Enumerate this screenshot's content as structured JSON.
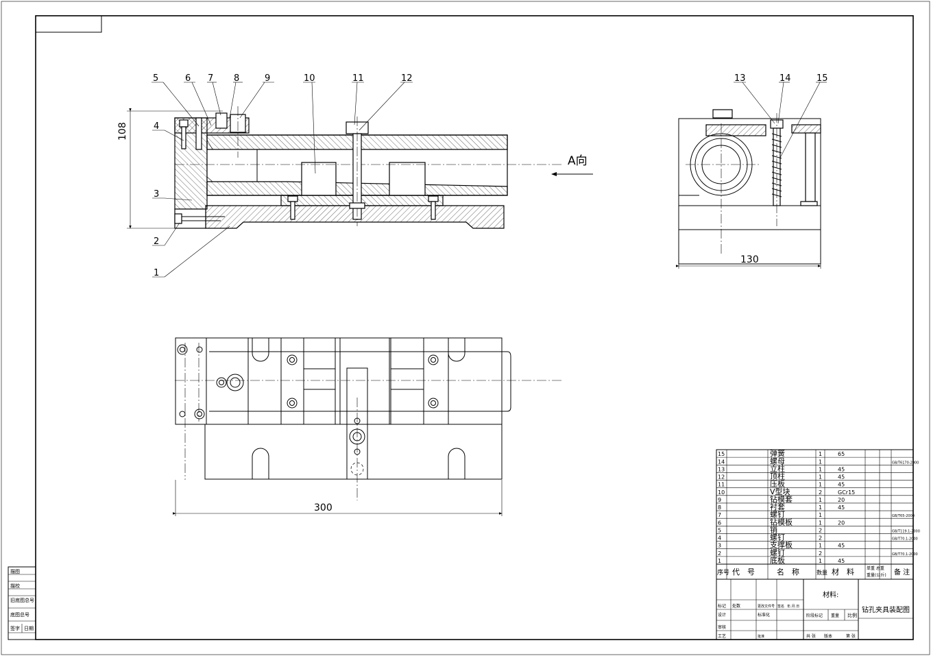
{
  "drawing_title": "钻孔夹具装配图",
  "dimensions": {
    "height_front": "108",
    "width_side": "130",
    "length_top": "300"
  },
  "view_label": "A向",
  "balloons_front": [
    "1",
    "2",
    "3",
    "4",
    "5",
    "6",
    "7",
    "8",
    "9",
    "10",
    "11",
    "12"
  ],
  "balloons_side": [
    "13",
    "14",
    "15"
  ],
  "bom": {
    "rows": [
      {
        "no": "15",
        "name": "弹簧",
        "qty": "1",
        "material": "65",
        "note": ""
      },
      {
        "no": "14",
        "name": "螺母",
        "qty": "1",
        "material": "",
        "note": "GB/T6170-2000"
      },
      {
        "no": "13",
        "name": "立柱",
        "qty": "1",
        "material": "45",
        "note": ""
      },
      {
        "no": "12",
        "name": "顶柱",
        "qty": "1",
        "material": "45",
        "note": ""
      },
      {
        "no": "11",
        "name": "压板",
        "qty": "1",
        "material": "45",
        "note": ""
      },
      {
        "no": "10",
        "name": "V型块",
        "qty": "2",
        "material": "GCr15",
        "note": ""
      },
      {
        "no": "9",
        "name": "钻模套",
        "qty": "1",
        "material": "20",
        "note": ""
      },
      {
        "no": "8",
        "name": "衬套",
        "qty": "1",
        "material": "45",
        "note": ""
      },
      {
        "no": "7",
        "name": "螺钉",
        "qty": "1",
        "material": "",
        "note": "GB/T65-2000"
      },
      {
        "no": "6",
        "name": "钻模板",
        "qty": "1",
        "material": "20",
        "note": ""
      },
      {
        "no": "5",
        "name": "销",
        "qty": "2",
        "material": "",
        "note": "GB/T119.1-2000"
      },
      {
        "no": "4",
        "name": "螺钉",
        "qty": "2",
        "material": "",
        "note": "GB/T70.1-2000"
      },
      {
        "no": "3",
        "name": "支撑板",
        "qty": "1",
        "material": "45",
        "note": ""
      },
      {
        "no": "2",
        "name": "螺钉",
        "qty": "2",
        "material": "",
        "note": "GB/T70.1-2000"
      },
      {
        "no": "1",
        "name": "底板",
        "qty": "1",
        "material": "45",
        "note": ""
      }
    ],
    "header": {
      "seq": "序号",
      "code": "代　号",
      "name": "名　称",
      "qty": "数量",
      "material": "材　料",
      "weight_top": "单重 总重",
      "weight_bottom": "重量(公斤)",
      "note": "备 注"
    }
  },
  "title_block": {
    "material": "材料:",
    "title": "钻孔夹具装配图",
    "r1a": "标记",
    "r1b": "处数",
    "r1c": "更改文件号",
    "r1d": "签名",
    "r1e": "年.月.日",
    "design": "设计",
    "standard": "标准化",
    "stage": "阶段标记",
    "weight": "重量",
    "scale": "比例",
    "review": "审核",
    "craft": "工艺",
    "approve": "批准",
    "sheet_total": "共 张",
    "sheet_no": "第 张",
    "version": "版本"
  },
  "side_strip": [
    "描图",
    "描校",
    "旧底图总号",
    "底图总号",
    "签字",
    "日期"
  ]
}
